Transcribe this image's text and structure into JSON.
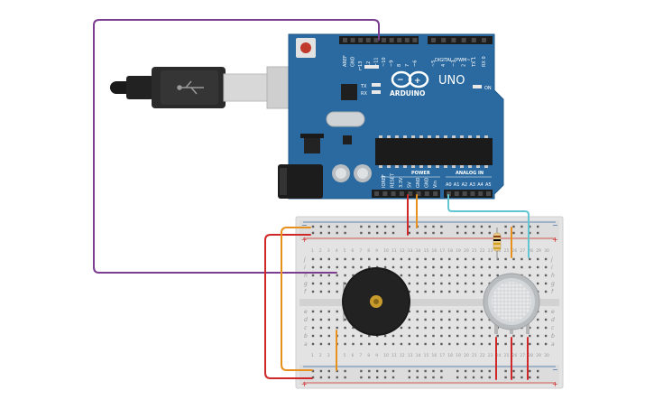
{
  "board": {
    "logo_text": "ARDUINO",
    "model": "UNO",
    "digital_label": "DIGITAL (PWM~)",
    "power_label": "POWER",
    "analog_label": "ANALOG IN",
    "on_label": "ON",
    "tx_label": "TX",
    "rx_label": "RX",
    "l_label": "L",
    "top_pins": [
      "AREF",
      "GND",
      "13",
      "12",
      "~11",
      "~10",
      "~9",
      "8",
      "7",
      "~6",
      "~5",
      "4",
      "~3",
      "2",
      "TX 1",
      "RX 0"
    ],
    "power_pins": [
      "IOREF",
      "RESET",
      "3.3V",
      "5V",
      "GND",
      "GND",
      "Vin"
    ],
    "analog_pins": [
      "A0",
      "A1",
      "A2",
      "A3",
      "A4",
      "A5"
    ]
  },
  "breadboard": {
    "column_numbers": [
      "1",
      "2",
      "3",
      "4",
      "5",
      "6",
      "7",
      "8",
      "9",
      "10",
      "11",
      "12",
      "13",
      "14",
      "15",
      "16",
      "17",
      "18",
      "19",
      "20",
      "21",
      "22",
      "23",
      "24",
      "25",
      "26",
      "27",
      "28",
      "29",
      "30"
    ],
    "rows_top": [
      "j",
      "i",
      "h",
      "g",
      "f"
    ],
    "rows_bottom": [
      "e",
      "d",
      "c",
      "b",
      "a"
    ],
    "minus_sign": "−",
    "plus_sign": "+"
  },
  "colors": {
    "board": "#2a6aa0",
    "board_edge": "#1f5a8c",
    "wire_purple": "#7a3d8f",
    "wire_red": "#d02828",
    "wire_orange": "#e8901c",
    "wire_cyan": "#63c4d2",
    "breadboard": "#e6e6e6",
    "rail_red": "#d42b2b",
    "rail_blue": "#3c6ea8"
  },
  "icons": [
    "usb-cable-icon",
    "usb-symbol-icon",
    "buzzer-icon",
    "gas-sensor-icon",
    "resistor-icon",
    "arduino-logo-icon"
  ]
}
